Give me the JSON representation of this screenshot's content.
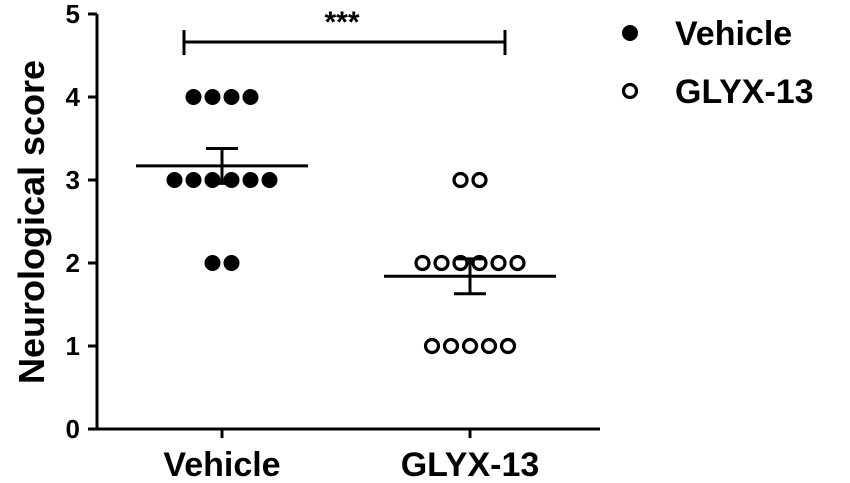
{
  "chart_data": {
    "type": "scatter",
    "ylabel": "Neurological score",
    "ylim": [
      0,
      5
    ],
    "yticks": [
      0,
      1,
      2,
      3,
      4,
      5
    ],
    "categories": [
      "Vehicle",
      "GLYX-13"
    ],
    "series": [
      {
        "name": "Vehicle",
        "marker": "filled-circle",
        "values": [
          4,
          4,
          4,
          4,
          3,
          3,
          3,
          3,
          3,
          3,
          2,
          2
        ],
        "mean": 3.17,
        "sem": 0.21
      },
      {
        "name": "GLYX-13",
        "marker": "open-circle",
        "values": [
          3,
          3,
          2,
          2,
          2,
          2,
          2,
          2,
          1,
          1,
          1,
          1,
          1
        ],
        "mean": 1.84,
        "sem": 0.21
      }
    ],
    "significance": {
      "label": "***",
      "between": [
        "Vehicle",
        "GLYX-13"
      ]
    },
    "legend_position": "top-right"
  }
}
